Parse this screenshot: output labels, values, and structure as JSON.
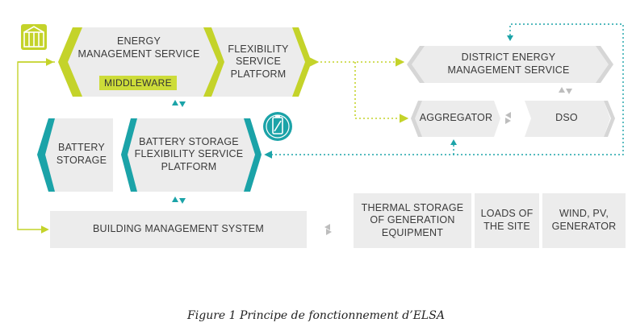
{
  "nodes": {
    "energy_management_service": "ENERGY\nMANAGEMENT SERVICE",
    "middleware": "MIDDLEWARE",
    "flexibility_service_platform": "FLEXIBILITY\nSERVICE\nPLATFORM",
    "district_energy_management_service": "DISTRICT ENERGY\nMANAGEMENT SERVICE",
    "aggregator": "AGGREGATOR",
    "dso": "DSO",
    "battery_storage": "BATTERY\nSTORAGE",
    "battery_storage_flexibility_platform": "BATTERY STORAGE\nFLEXIBILITY SERVICE\nPLATFORM",
    "building_management_system": "BUILDING MANAGEMENT SYSTEM",
    "thermal_storage": "THERMAL STORAGE\nOF GENERATION\nEQUIPMENT",
    "loads_of_site": "LOADS OF\nTHE SITE",
    "wind_pv_generator": "WIND, PV,\nGENERATOR"
  },
  "caption": "Figure 1 Principe de fonctionnement d’ELSA",
  "colors": {
    "box_fill": "#ececec",
    "lime": "#c4d32a",
    "teal": "#1ba3a8",
    "text": "#3a3a3a"
  },
  "icons": [
    "building-icon",
    "battery-icon"
  ]
}
